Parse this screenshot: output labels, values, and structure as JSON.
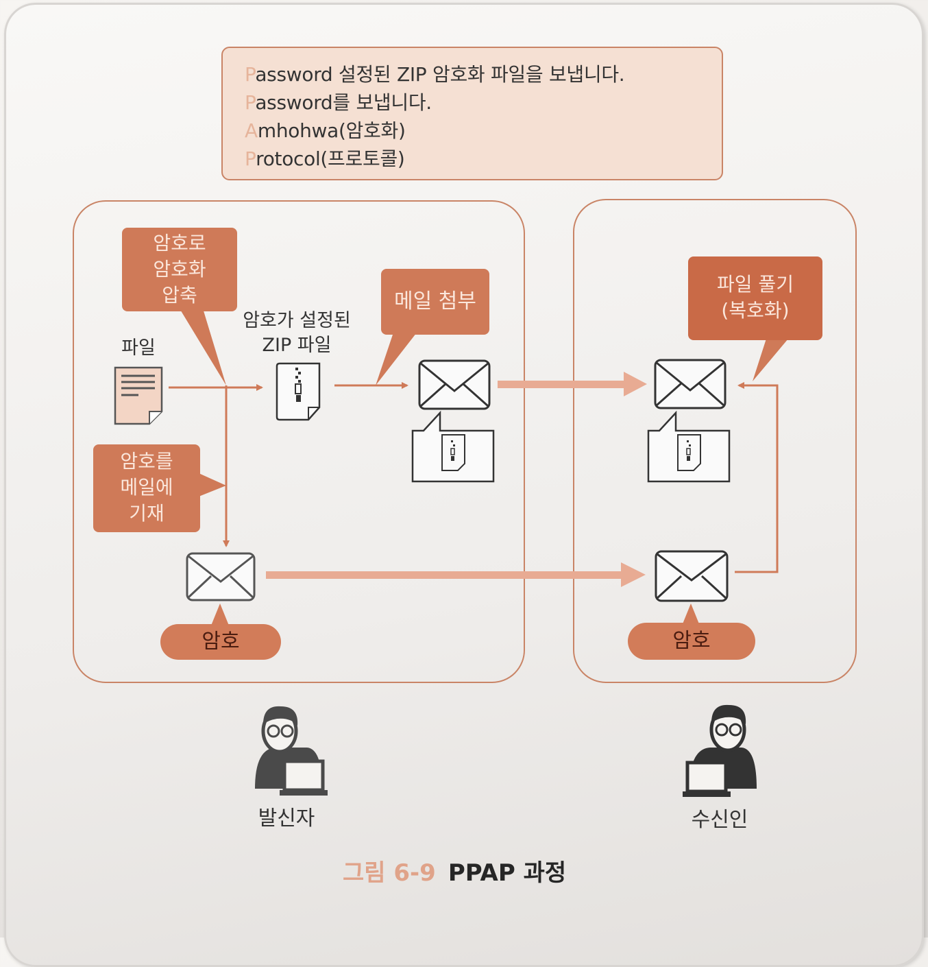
{
  "protocol_box": {
    "lines": [
      {
        "initial": "P",
        "rest": "assword 설정된 ZIP 암호화 파일을 보냅니다."
      },
      {
        "initial": "P",
        "rest": "assword를 보냅니다."
      },
      {
        "initial": "A",
        "rest": "mhohwa(암호화)"
      },
      {
        "initial": "P",
        "rest": "rotocol(프로토콜)"
      }
    ]
  },
  "sender_panel": {
    "callout_encrypt": [
      "암호로",
      "암호화",
      "압축"
    ],
    "file_label": "파일",
    "zip_label": [
      "암호가 설정된",
      "ZIP 파일"
    ],
    "callout_attach": "메일 첨부",
    "callout_password_mail": [
      "암호를",
      "메일에",
      "기재"
    ],
    "password_pill": "암호"
  },
  "receiver_panel": {
    "callout_extract": [
      "파일 풀기",
      "(복호화)"
    ],
    "password_pill": "암호"
  },
  "people": {
    "sender": "발신자",
    "receiver": "수신인"
  },
  "caption": {
    "figure_number": "그림 6-9",
    "title": "PPAP 과정"
  },
  "colors": {
    "accent": "#cf7a58",
    "accent_light": "#e8ab93",
    "box_fill": "#f5e0d3",
    "line_dark": "#333333"
  }
}
